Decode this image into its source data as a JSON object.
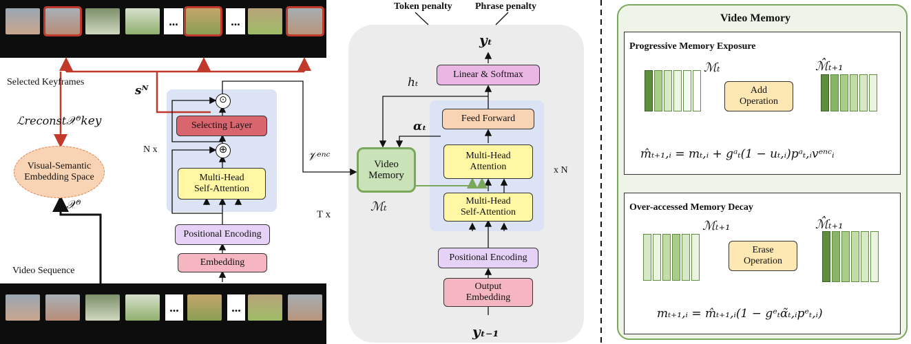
{
  "left": {
    "selected_keyframes": "Selected Keyframes",
    "video_sequence": "Video Sequence",
    "l_reconst": "ℒreconst",
    "x_key": "𝒳⁰key",
    "x0": "𝒳⁰",
    "s_n": "sᴺ",
    "n_x": "N x",
    "t_x": "T  x",
    "v_enc": "𝒱ᵉⁿᶜ",
    "embedding_space": "Visual-Semantic\nEmbedding Space",
    "selecting_layer": "Selecting Layer",
    "mhsa": "Multi-Head\nSelf-Attention",
    "positional_encoding": "Positional Encoding",
    "embedding": "Embedding",
    "dots": "..."
  },
  "middle": {
    "token_penalty": "Token penalty",
    "phrase_penalty": "Phrase penalty",
    "y_t": "yₜ",
    "y_t_1": "yₜ₋₁",
    "h_t": "hₜ",
    "alpha_t": "αₜ",
    "linear_softmax": "Linear & Softmax",
    "feed_forward": "Feed Forward",
    "mha": "Multi-Head\nAttention",
    "mhsa": "Multi-Head\nSelf-Attention",
    "positional_encoding": "Positional Encoding",
    "output_embedding": "Output\nEmbedding",
    "video_memory": "Video\nMemory",
    "m_t": "ℳₜ",
    "x_n": "x N"
  },
  "right": {
    "title": "Video Memory",
    "pme_title": "Progressive Memory Exposure",
    "m_t": "ℳₜ",
    "m_hat_t1": "ℳ̂ₜ₊₁",
    "add_op": "Add\nOperation",
    "pme_eq": "m̂ₜ₊₁,ᵢ = mₜ,ᵢ + gᵃₜ(1 − uₜ,ᵢ)pᵃₜ,ᵢvᵉⁿᶜᵢ",
    "oamd_title": "Over-accessed Memory Decay",
    "m_t1": "ℳₜ₊₁",
    "m_hat_t1_b": "ℳ̂ₜ₊₁",
    "erase_op": "Erase\nOperation",
    "oamd_eq": "mₜ₊₁,ᵢ = m̂ₜ₊₁,ᵢ(1 − gᵉₜα̃ₜ,ᵢpᵉₜ,ᵢ)"
  },
  "colors": {
    "red_arrow": "#c0392b",
    "green": "#7aa85a",
    "blue_panel": "#dbe3f4",
    "gray_panel": "#ececec"
  },
  "icons": [
    "filmstrip-top",
    "filmstrip-bottom",
    "memory-bars"
  ]
}
